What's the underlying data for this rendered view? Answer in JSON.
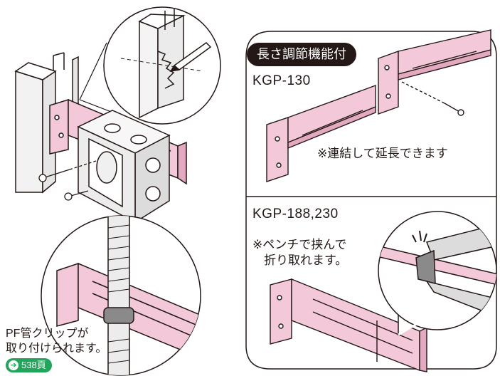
{
  "panel": {
    "badge": "長さ調節機能付",
    "model_top": "KGP-130",
    "note_top": "※連結して延長できます",
    "model_bottom": "KGP-188,230",
    "note_bottom_1": "※ペンチで挟んで",
    "note_bottom_2": "折り取れます。"
  },
  "left": {
    "pf_note_1": "PF管クリップが",
    "pf_note_2": "取り付けられます。",
    "ref_icon": "arrow-right-icon",
    "ref_label": "538頁"
  },
  "colors": {
    "bracket_pink": "#f3c9d9",
    "outline": "#231815",
    "badge_bg": "#231815",
    "ref_green": "#22a55b",
    "box_gray": "#e8e8e8"
  }
}
